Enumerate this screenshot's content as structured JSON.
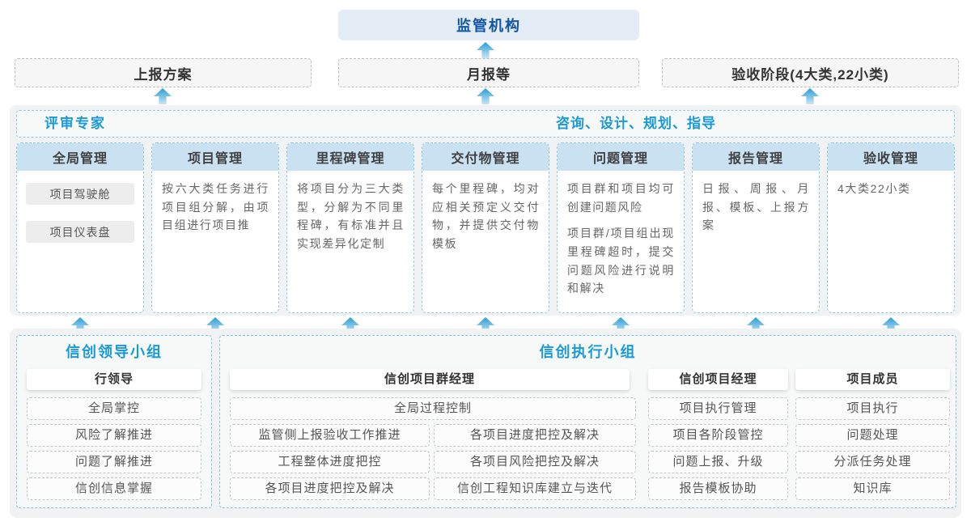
{
  "top": {
    "regulator": "监管机构",
    "outputs": [
      "上报方案",
      "月报等",
      "验收阶段(4大类,22小类)"
    ]
  },
  "middle": {
    "left_header": "评审专家",
    "right_header": "咨询、设计、规划、指导",
    "columns": [
      {
        "title": "全局管理",
        "chips": [
          "项目驾驶舱",
          "项目仪表盘"
        ]
      },
      {
        "title": "项目管理",
        "paragraphs": [
          "按六大类任务进行项目组分解，由项目组进行项目推"
        ]
      },
      {
        "title": "里程碑管理",
        "paragraphs": [
          "将项目分为三大类型，分解为不同里程碑，有标准并且实现差异化定制"
        ]
      },
      {
        "title": "交付物管理",
        "paragraphs": [
          "每个里程碑，均对应相关预定义交付物，并提供交付物模板"
        ]
      },
      {
        "title": "问题管理",
        "paragraphs": [
          "项目群和项目均可创建问题风险",
          "项目群/项目组出现里程碑超时，提交问题风险进行说明和解决"
        ]
      },
      {
        "title": "报告管理",
        "paragraphs": [
          "日报、周报、月报、模板、上报方案"
        ]
      },
      {
        "title": "验收管理",
        "paragraphs": [
          "4大类22小类"
        ]
      }
    ]
  },
  "bottom": {
    "leader_group": {
      "title": "信创领导小组",
      "role": "行领导",
      "items": [
        "全局掌控",
        "风险了解推进",
        "问题了解推进",
        "信创信息掌握"
      ]
    },
    "exec_group": {
      "title": "信创执行小组",
      "subgroups": [
        {
          "role": "信创项目群经理",
          "full_item": "全局过程控制",
          "left_items": [
            "监管侧上报验收工作推进",
            "工程整体进度把控",
            "各项目进度把控及解决"
          ],
          "right_items": [
            "各项目进度把控及解决",
            "各项目风险把控及解决",
            "信创工程知识库建立与迭代"
          ]
        },
        {
          "role": "信创项目经理",
          "items": [
            "项目执行管理",
            "项目各阶段管控",
            "问题上报、升级",
            "报告模板协助"
          ]
        },
        {
          "role": "项目成员",
          "items": [
            "项目执行",
            "问题处理",
            "分派任务处理",
            "知识库"
          ]
        }
      ]
    }
  },
  "colors": {
    "accent_blue": "#1a9ad8",
    "dark_blue": "#1156a5",
    "regulator_bg": "#e4ecf6",
    "column_header_bg": "#c9e1f0",
    "panel_bg": "#f1f2f3",
    "dashed_blue_border": "#8fcbe9",
    "dashed_gray_border": "#bdbdbd",
    "arrow_top": "#2d9cd8",
    "arrow_bottom": "#c9e6f6"
  }
}
